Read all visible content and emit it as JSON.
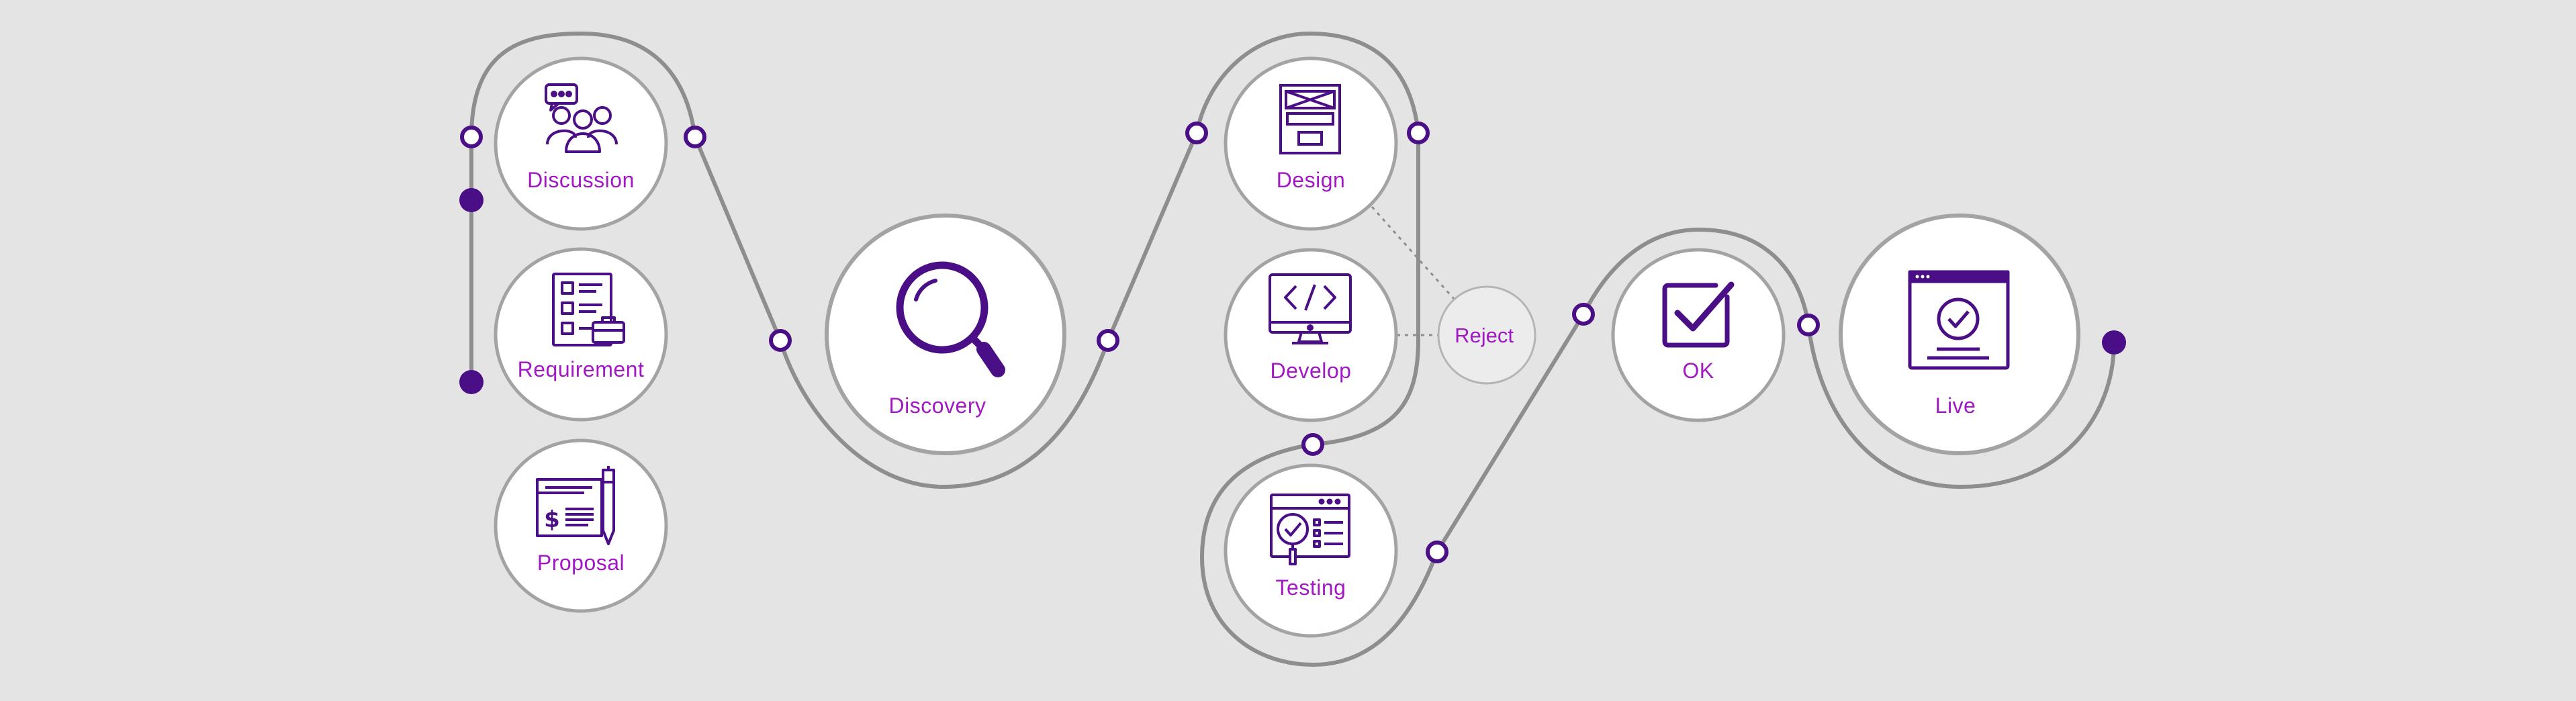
{
  "colors": {
    "background": "#e4e4e4",
    "line": "#8e8e8e",
    "node_fill": "#ffffff",
    "node_stroke": "#a3a3a3",
    "icon": "#4a0f86",
    "label": "#a218c4",
    "reject_fill": "#ececec",
    "reject_stroke": "#b5b5b5"
  },
  "nodes": [
    {
      "id": "discussion",
      "label": "Discussion",
      "icon": "team-discussion-icon"
    },
    {
      "id": "requirement",
      "label": "Requirement",
      "icon": "checklist-briefcase-icon"
    },
    {
      "id": "proposal",
      "label": "Proposal",
      "icon": "cheque-pen-icon"
    },
    {
      "id": "discovery",
      "label": "Discovery",
      "icon": "magnifier-icon"
    },
    {
      "id": "design",
      "label": "Design",
      "icon": "wireframe-icon"
    },
    {
      "id": "develop",
      "label": "Develop",
      "icon": "code-monitor-icon"
    },
    {
      "id": "testing",
      "label": "Testing",
      "icon": "browser-test-icon"
    },
    {
      "id": "ok",
      "label": "OK",
      "icon": "checkbox-icon"
    },
    {
      "id": "live",
      "label": "Live",
      "icon": "browser-check-icon"
    }
  ],
  "reject": {
    "label": "Reject"
  }
}
